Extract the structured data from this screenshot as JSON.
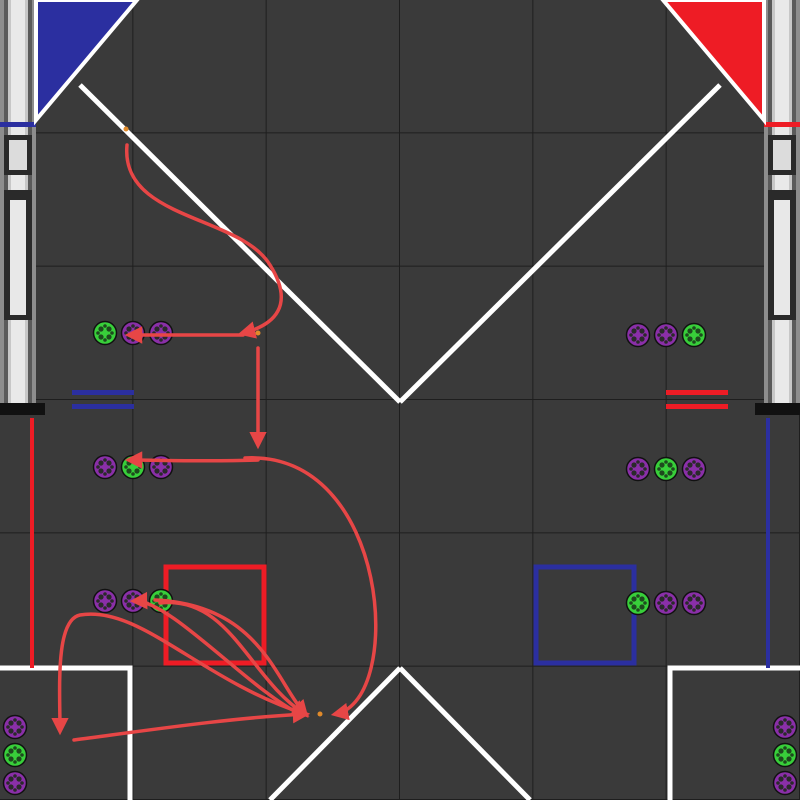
{
  "colors": {
    "tile": "#3a3a3a",
    "tile_seam": "#1e1e1e",
    "white_line": "#ffffff",
    "blue_alliance": "#2b2fa0",
    "red_alliance": "#ee1c25",
    "path_arrow": "#e74646",
    "waypoint": "#e08a2a",
    "artifact_purple": "#8a2fa8",
    "artifact_green": "#38cf3a",
    "goal_frame": "#a9a9a9"
  },
  "icons": {
    "artifact": "ball-icon",
    "arrow_head": "arrow-head-icon",
    "waypoint": "dot-icon"
  },
  "artifact_rows": [
    {
      "side": "left",
      "row": 1,
      "colors": [
        "green",
        "purple",
        "purple"
      ]
    },
    {
      "side": "left",
      "row": 2,
      "colors": [
        "purple",
        "green",
        "purple"
      ]
    },
    {
      "side": "left",
      "row": 3,
      "colors": [
        "purple",
        "purple",
        "green"
      ]
    },
    {
      "side": "right",
      "row": 1,
      "colors": [
        "purple",
        "purple",
        "green"
      ]
    },
    {
      "side": "right",
      "row": 2,
      "colors": [
        "purple",
        "green",
        "purple"
      ]
    },
    {
      "side": "right",
      "row": 3,
      "colors": [
        "green",
        "purple",
        "purple"
      ]
    },
    {
      "side": "left-corner",
      "row": 1,
      "colors": [
        "purple",
        "green",
        "purple"
      ]
    },
    {
      "side": "right-corner",
      "row": 1,
      "colors": [
        "purple",
        "green",
        "purple"
      ]
    }
  ]
}
